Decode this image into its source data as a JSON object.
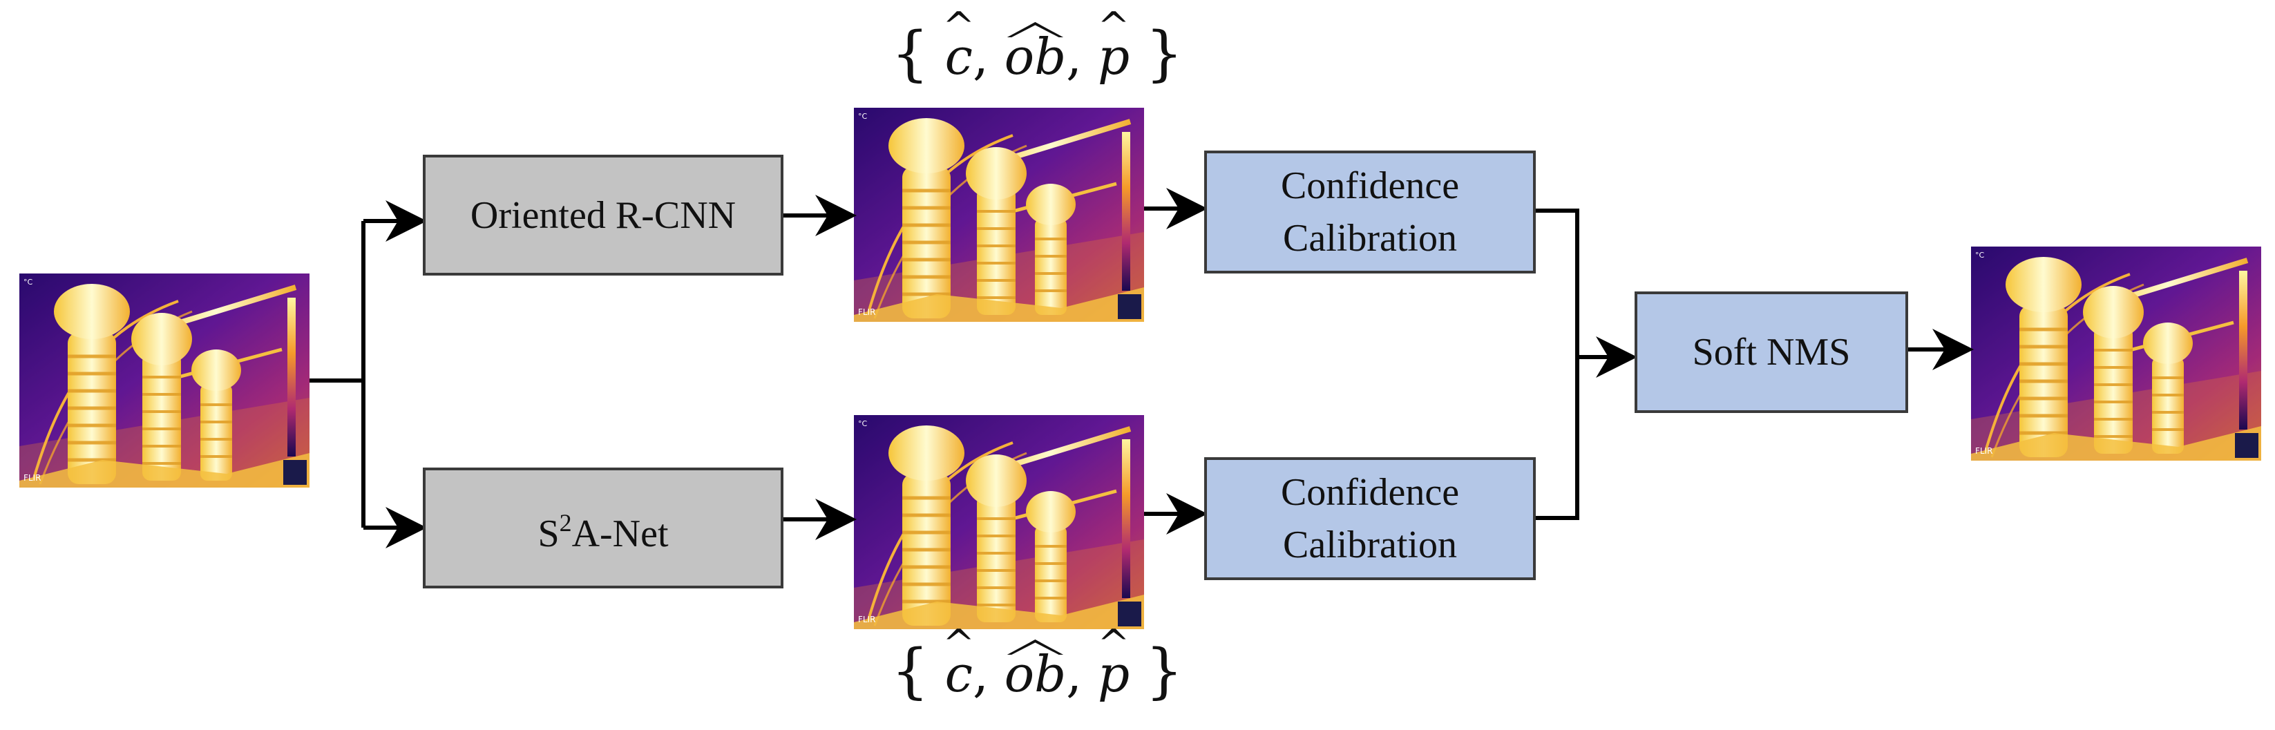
{
  "blocks": {
    "detector_top": "Oriented R-CNN",
    "detector_bottom_base": "S",
    "detector_bottom_sup": "2",
    "detector_bottom_rest": "A-Net",
    "calib_top_line1": "Confidence",
    "calib_top_line2": "Calibration",
    "calib_bottom_line1": "Confidence",
    "calib_bottom_line2": "Calibration",
    "fusion": "Soft NMS"
  },
  "outputs": {
    "c": "c",
    "ob": "ob",
    "p": "p",
    "comma": ","
  },
  "thermal_images": [
    {
      "role": "input",
      "logo": "FLIR"
    },
    {
      "role": "detector-output-top",
      "logo": "FLIR"
    },
    {
      "role": "detector-output-bottom",
      "logo": "FLIR"
    },
    {
      "role": "final-output",
      "logo": "FLIR"
    }
  ],
  "colors": {
    "detector_fill": "#c3c3c3",
    "calibration_fill": "#b4c7e7",
    "border": "#3a3a3a",
    "arrow": "#000000"
  }
}
